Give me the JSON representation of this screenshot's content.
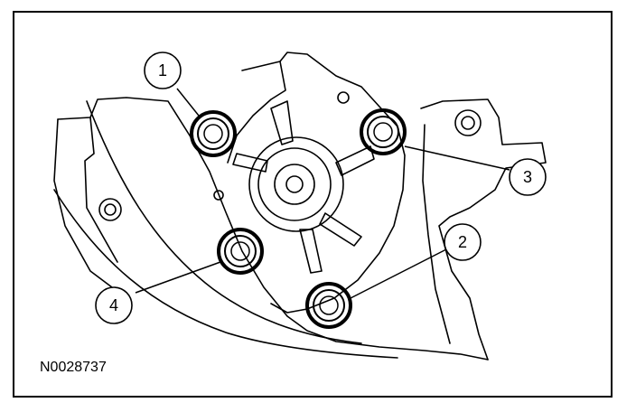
{
  "figure_id": "N0028737",
  "callouts": [
    {
      "label": "1"
    },
    {
      "label": "2"
    },
    {
      "label": "3"
    },
    {
      "label": "4"
    }
  ],
  "colors": {
    "line": "#000000",
    "background": "#ffffff"
  }
}
